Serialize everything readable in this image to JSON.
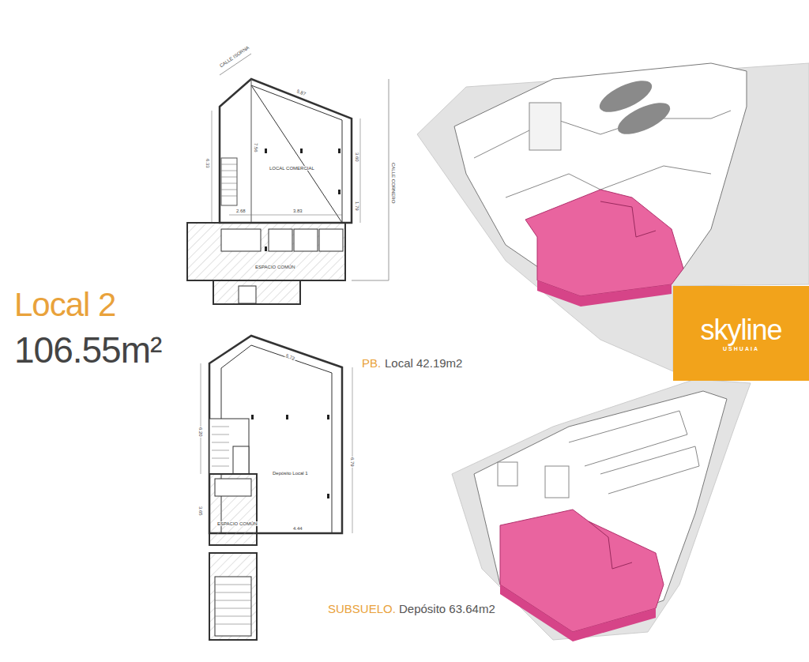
{
  "diagram": {
    "nodes": [
      {
        "text": [
          "skyline",
          "USHUAIA"
        ]
      }
    ],
    "labels": [
      "Local 2",
      "106.55m²",
      "PB.",
      "Local 42.19m2",
      "SUBSUELO.",
      "Depósito 63.64m2",
      "CALLE ISORNA",
      "5.87",
      "7.56",
      "6.33",
      "3.60",
      "1.79",
      "2.68",
      "3.83",
      "LOCAL COMERCIAL",
      "ESPACIO COMÚN",
      "CALLE CORNERO",
      "5.72",
      "6.20",
      "6.79",
      "3.65",
      "4.44",
      "Depósito Local 1",
      "ESPACIO COMÚN"
    ]
  }
}
